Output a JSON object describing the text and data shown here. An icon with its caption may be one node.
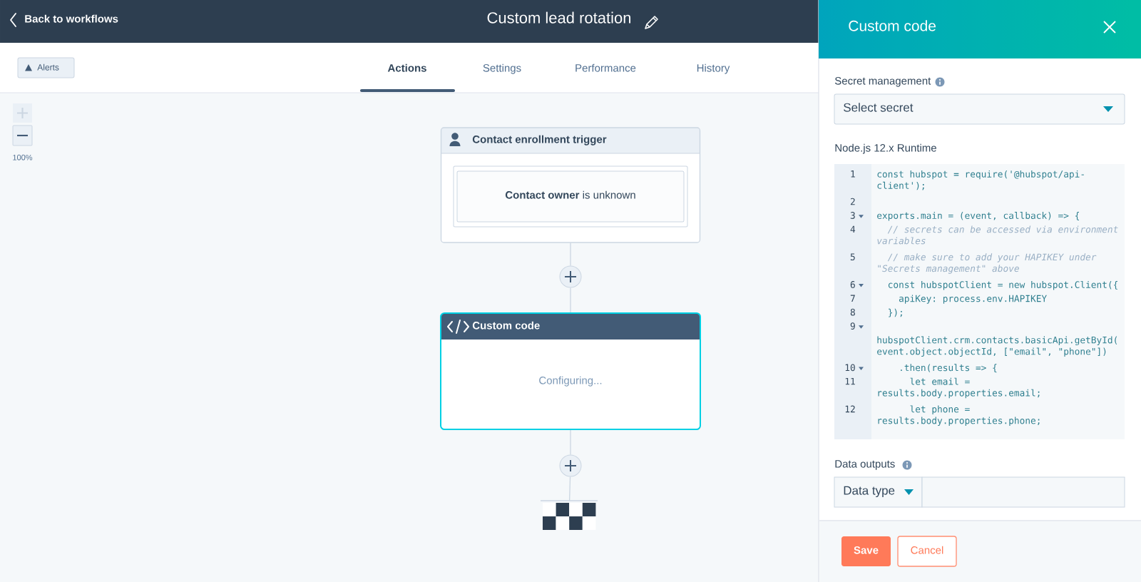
{
  "diagram": {
    "nodes": [
      {
        "text": [
          "Contact enrollment trigger"
        ]
      },
      {
        "text": [
          "**Contact owner** is unknown"
        ],
        "in": 0
      },
      {
        "text": [],
        "shape": "circle"
      },
      {
        "text": [
          "Custom code",
          "Configuring..."
        ]
      },
      {
        "text": [],
        "shape": "circle"
      },
      {
        "text": [],
        "shape": "flag"
      }
    ],
    "edges": [
      {
        "from": 0,
        "to": 2,
        "arrow": "none"
      },
      {
        "from": 2,
        "to": 3,
        "arrow": "none"
      },
      {
        "from": 3,
        "to": 4,
        "arrow": "none"
      },
      {
        "from": 4,
        "to": 5,
        "arrow": "none"
      }
    ],
    "labels": [
      "Back to workflows",
      "Custom lead rotation",
      "Alerts",
      "Actions",
      "Settings",
      "Performance",
      "History",
      "100%",
      "Custom code",
      "Secret management",
      "Select secret",
      "Node.js 12.x Runtime",
      "1",
      "const hubspot = require('@hubspot/api-client');",
      "2",
      "3",
      "exports.main = (event, callback) => {",
      "4",
      "// secrets can be accessed via environment variables",
      "5",
      "// make sure to add your HAPIKEY under \"Secrets management\" above",
      "6",
      "const hubspotClient = new hubspot.Client({",
      "7",
      "apiKey: process.env.HAPIKEY",
      "8",
      "});",
      "9",
      "hubspotClient.crm.contacts.basicApi.getById(event.object.objectId, [\"email\", \"phone\"])",
      "10",
      ".then(results => {",
      "11",
      "let email = results.body.properties.email;",
      "12",
      "let phone = results.body.properties.phone;",
      "Data outputs",
      "Data type",
      "Save",
      "Cancel"
    ]
  }
}
